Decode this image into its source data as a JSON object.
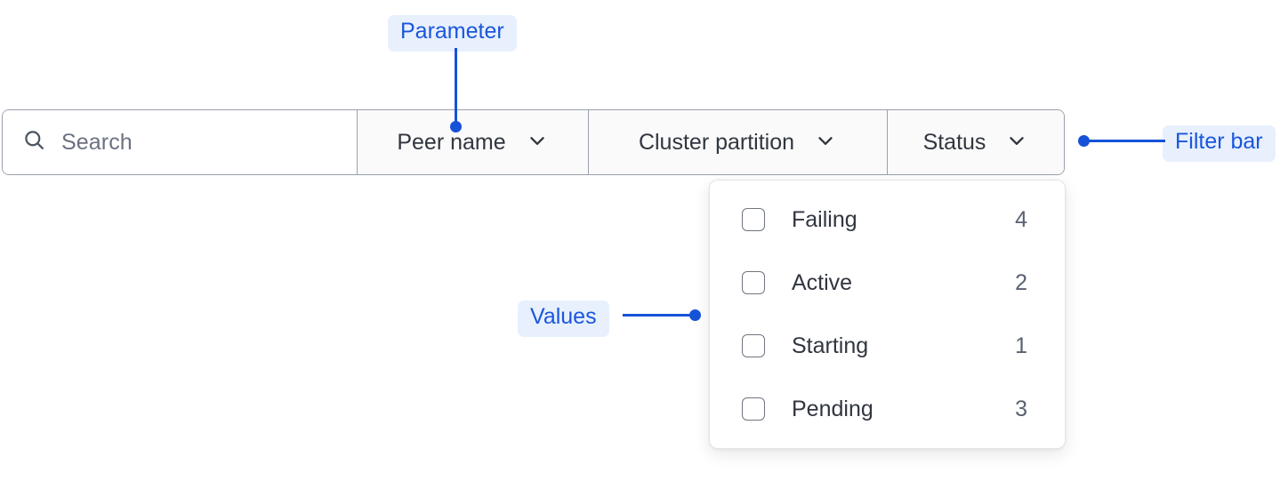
{
  "filter_bar": {
    "search": {
      "icon": "search-icon",
      "value": "",
      "placeholder": "Search"
    },
    "filters": [
      {
        "label": "Peer name",
        "icon": "chevron-down-icon"
      },
      {
        "label": "Cluster partition",
        "icon": "chevron-down-icon"
      },
      {
        "label": "Status",
        "icon": "chevron-down-icon"
      }
    ]
  },
  "dropdown": {
    "open_for": "Status",
    "options": [
      {
        "label": "Failing",
        "count": "4",
        "checked": false
      },
      {
        "label": "Active",
        "count": "2",
        "checked": false
      },
      {
        "label": "Starting",
        "count": "1",
        "checked": false
      },
      {
        "label": "Pending",
        "count": "3",
        "checked": false
      }
    ]
  },
  "annotations": [
    {
      "label": "Parameter",
      "target": "peer-name-filter"
    },
    {
      "label": "Filter bar",
      "target": "filter-bar"
    },
    {
      "label": "Values",
      "target": "dropdown-options"
    }
  ],
  "colors": {
    "annotation_text": "#1a56db",
    "annotation_badge_bg": "#e8f0fe",
    "annotation_line": "#1552d8",
    "filter_border": "#9aa0ab",
    "filter_bg": "#fafafa",
    "text_primary": "#31363f",
    "text_muted": "#6b7280"
  }
}
